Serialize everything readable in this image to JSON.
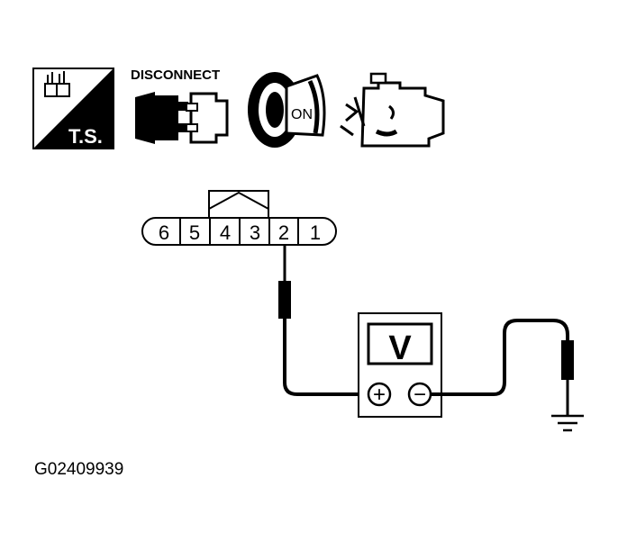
{
  "icons": {
    "ts_label": "T.S.",
    "disconnect_label": "DISCONNECT",
    "ignition_label": "ON"
  },
  "connector": {
    "pins": [
      "6",
      "5",
      "4",
      "3",
      "2",
      "1"
    ]
  },
  "meter": {
    "label": "V",
    "positive_symbol": "+",
    "negative_symbol": "−"
  },
  "figure_id": "G02409939"
}
